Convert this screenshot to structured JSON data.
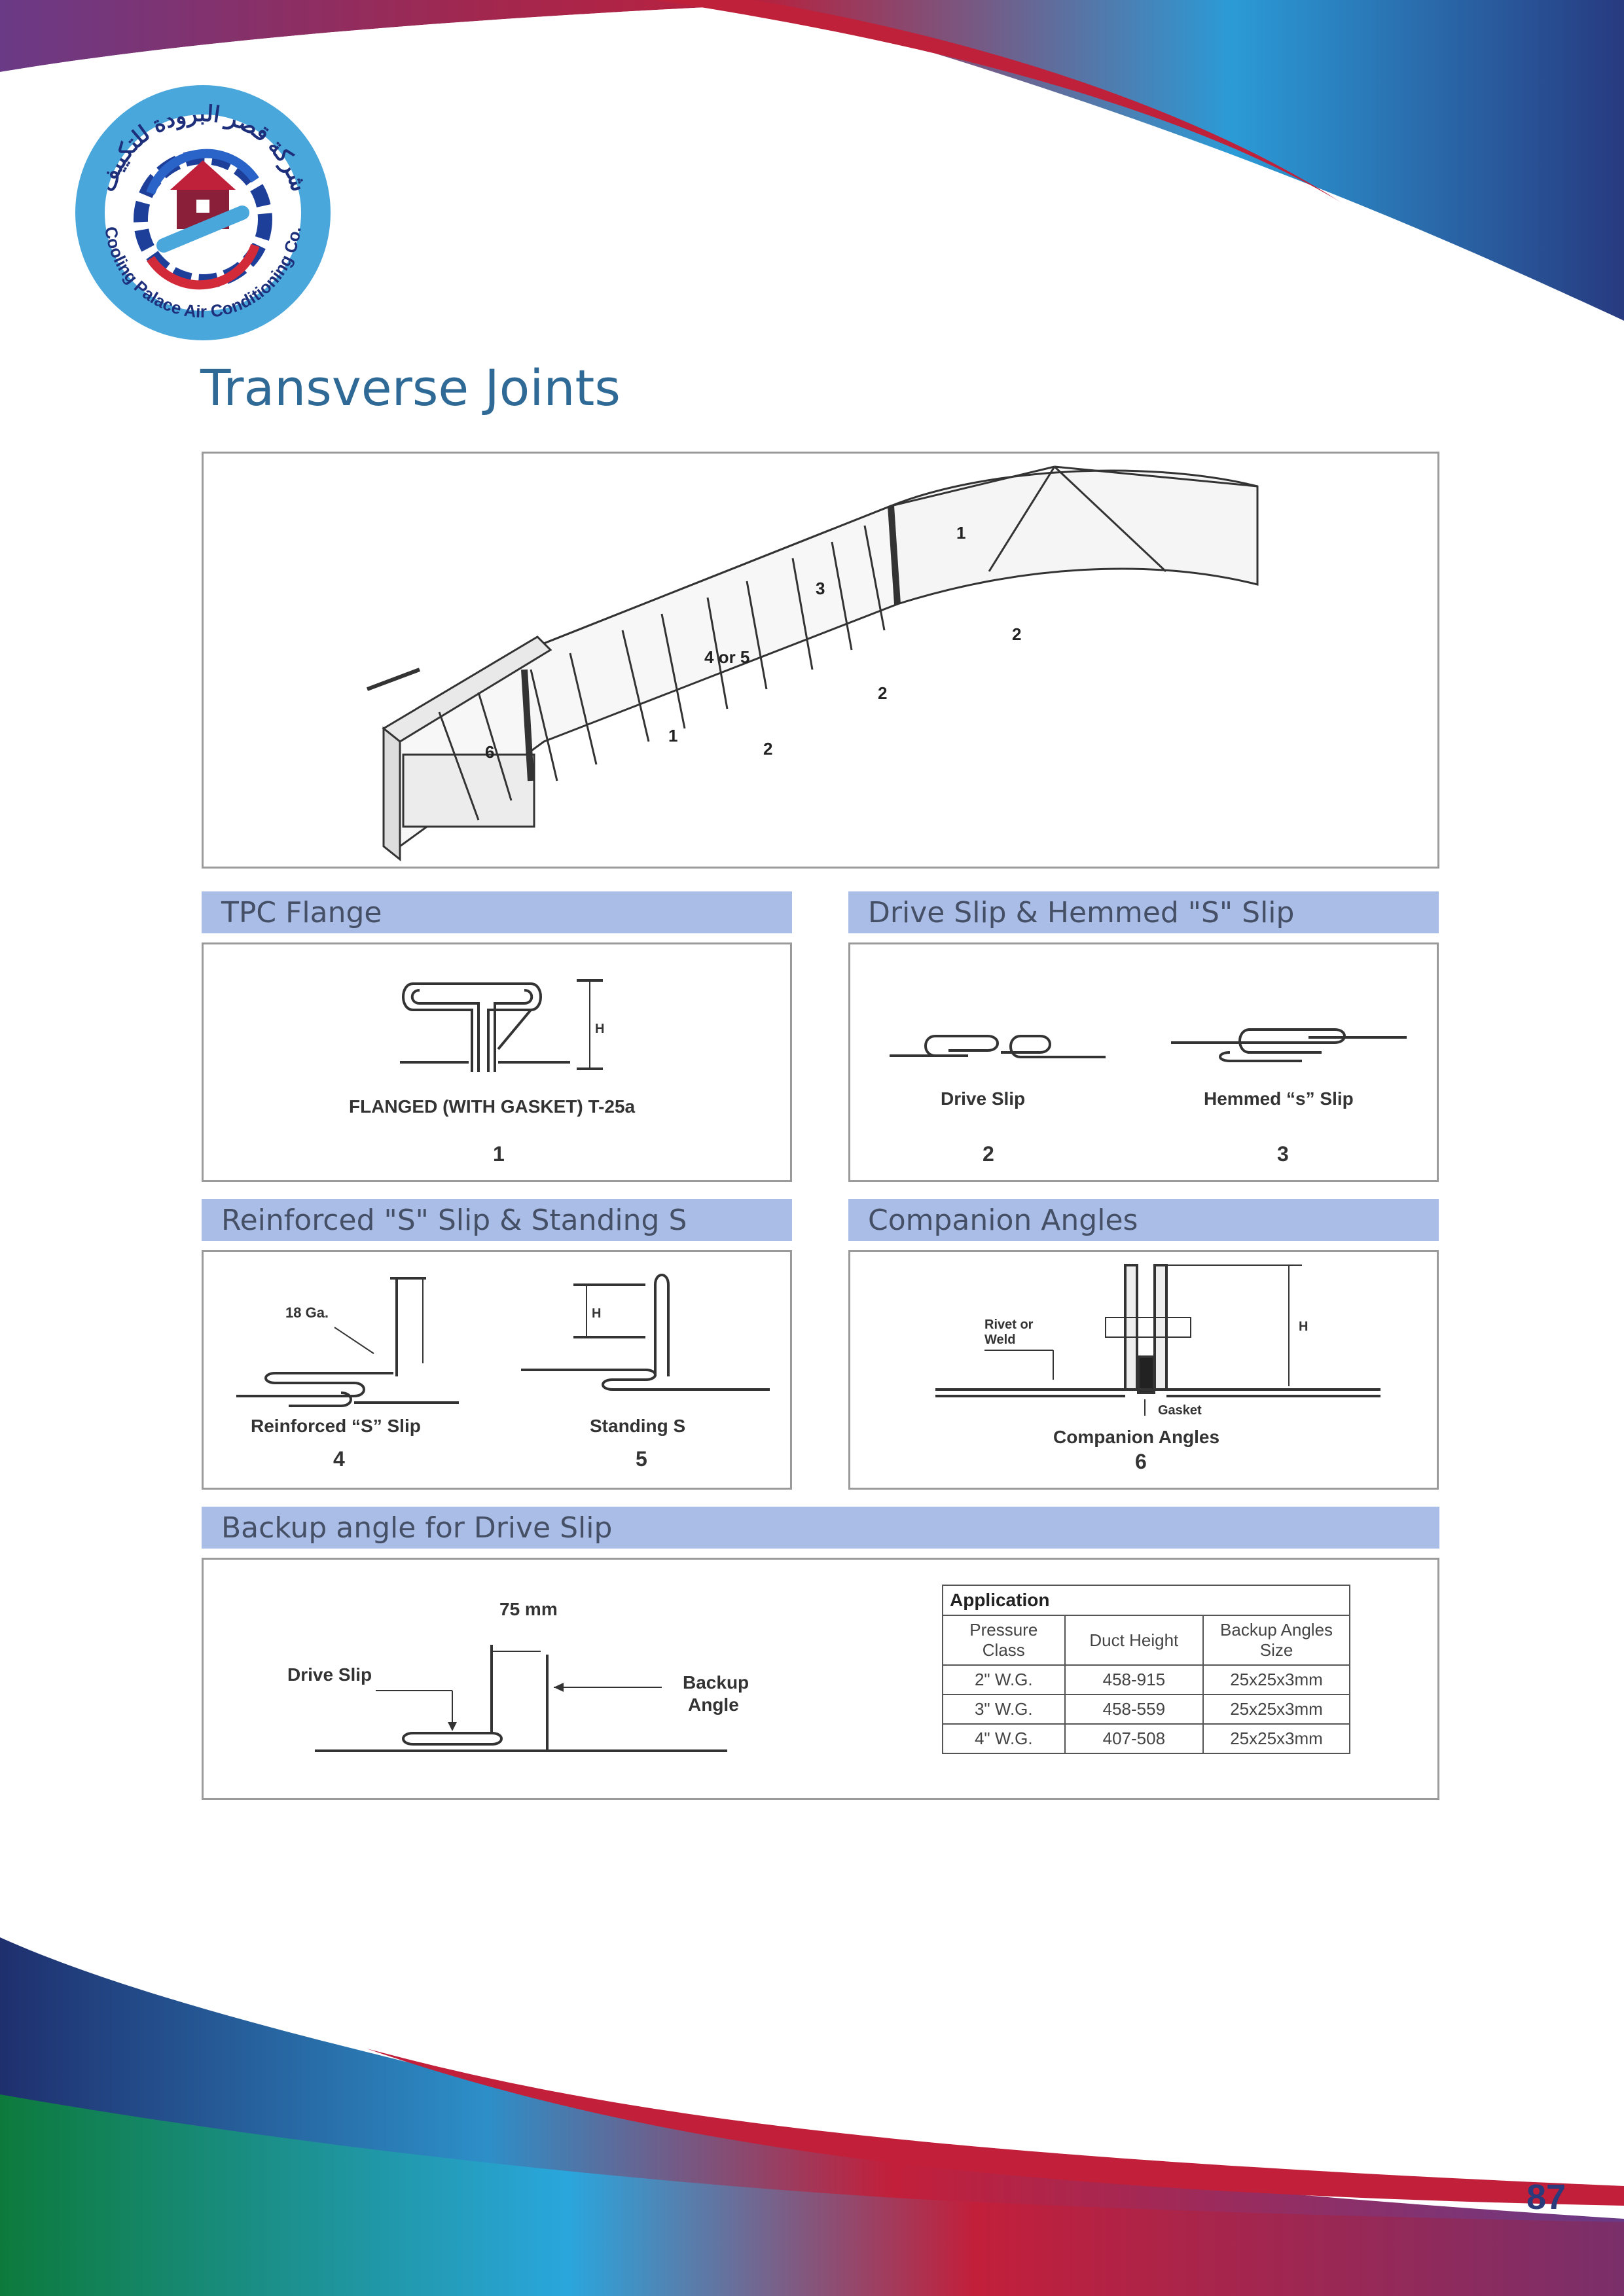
{
  "page": {
    "title": "Transverse Joints",
    "page_number": "87",
    "logo_text_arabic": "شركة قصر البرودة للتكييف",
    "logo_text_english": "Cooling Palace Air Conditioning Co.",
    "colors": {
      "title": "#2f6a96",
      "section_bar": "#a9bde6",
      "page_number": "#2a3a7a"
    }
  },
  "main_figure": {
    "callouts": [
      "1",
      "2",
      "3",
      "4 or 5",
      "2",
      "1",
      "2",
      "6"
    ]
  },
  "sections": {
    "tpc_flange": {
      "title": "TPC Flange",
      "caption": "FLANGED (WITH GASKET) T-25a",
      "number": "1",
      "dim": "H"
    },
    "drive_slip": {
      "title": "Drive Slip & Hemmed \"S\" Slip",
      "drive_caption": "Drive Slip",
      "drive_number": "2",
      "hemmed_caption": "Hemmed “s” Slip",
      "hemmed_number": "3"
    },
    "reinforced": {
      "title": "Reinforced \"S\" Slip & Standing S",
      "gauge": "18 Ga.",
      "reinforced_caption": "Reinforced “S” Slip",
      "reinforced_number": "4",
      "standing_caption": "Standing S",
      "standing_number": "5",
      "dim": "H"
    },
    "companion": {
      "title": "Companion Angles",
      "rivet_label": "Rivet or",
      "weld_label": "Weld",
      "gasket_label": "Gasket",
      "caption": "Companion Angles",
      "number": "6",
      "dim": "H"
    },
    "backup": {
      "title": "Backup angle for Drive Slip",
      "dimension": "75 mm",
      "drive_slip_label": "Drive Slip",
      "backup_label_1": "Backup",
      "backup_label_2": "Angle"
    }
  },
  "application_table": {
    "title": "Application",
    "headers": [
      "Pressure Class",
      "Duct Height",
      "Backup Angles Size"
    ],
    "rows": [
      [
        "2\" W.G.",
        "458-915",
        "25x25x3mm"
      ],
      [
        "3\" W.G.",
        "458-559",
        "25x25x3mm"
      ],
      [
        "4\" W.G.",
        "407-508",
        "25x25x3mm"
      ]
    ]
  }
}
